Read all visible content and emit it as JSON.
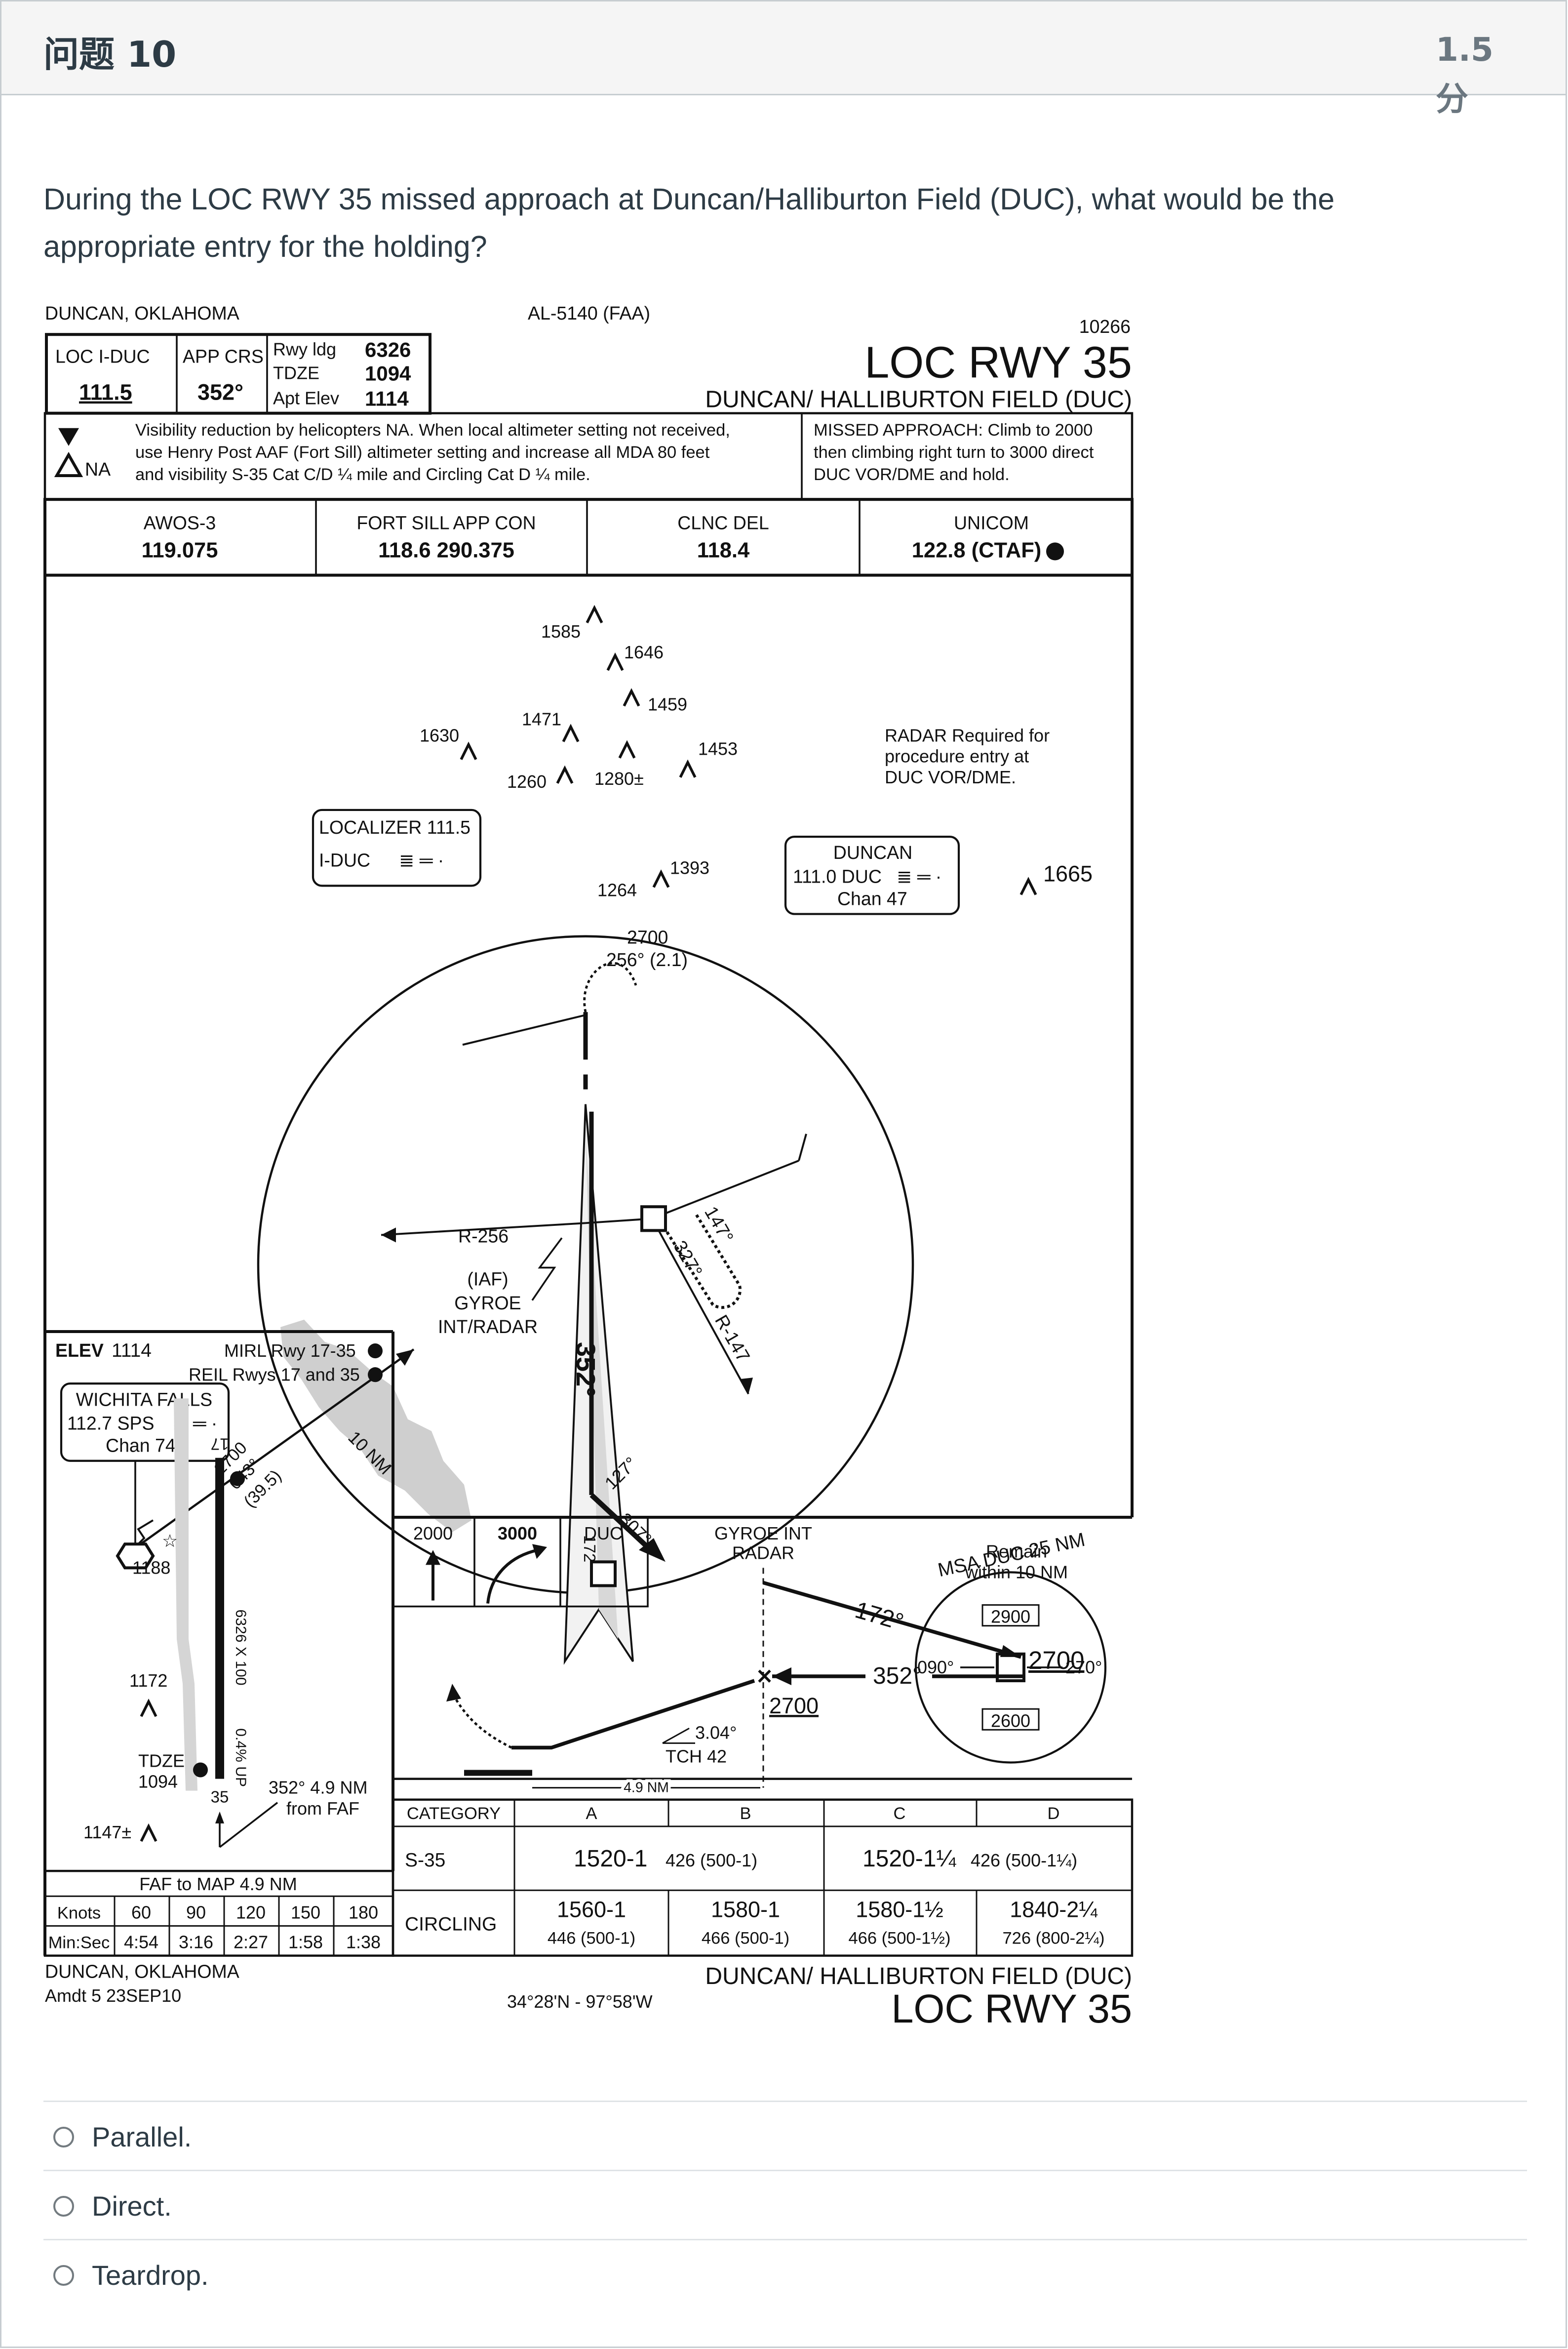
{
  "question": {
    "title": "问题 10",
    "points": "1.5 分",
    "text": "During the LOC RWY 35 missed approach at Duncan/Halliburton Field (DUC), what would be the appropriate entry for the holding?"
  },
  "chart": {
    "top_left_location": "DUNCAN, OKLAHOMA",
    "procedure_id": "AL-5140 (FAA)",
    "chart_number": "10266",
    "title": "LOC RWY 35",
    "airport": "DUNCAN/ HALLIBURTON FIELD (DUC)",
    "loc_label": "LOC  I-DUC",
    "loc_freq": "111.5",
    "app_crs_label": "APP CRS",
    "app_crs": "352°",
    "rwy_ldg_label": "Rwy ldg",
    "rwy_ldg": "6326",
    "tdze_label": "TDZE",
    "tdze": "1094",
    "apt_elev_label": "Apt Elev",
    "apt_elev": "1114",
    "notes_line1": "Visibility reduction by helicopters NA.  When local altimeter setting not received,",
    "notes_line2": "use Henry Post AAF (Fort Sill) altimeter setting and increase all MDA 80 feet",
    "notes_line3": "and visibility S-35 Cat C/D ¼ mile and Circling Cat D ¼ mile.",
    "na_label": "NA",
    "missed_line1": "MISSED APPROACH:  Climb to 2000",
    "missed_line2": "then climbing right turn to 3000 direct",
    "missed_line3": "DUC VOR/DME and hold.",
    "comms": [
      {
        "name": "AWOS-3",
        "freq": "119.075"
      },
      {
        "name": "FORT SILL APP CON",
        "freq": "118.6  290.375"
      },
      {
        "name": "CLNC DEL",
        "freq": "118.4"
      },
      {
        "name": "UNICOM",
        "freq": "122.8  (CTAF)"
      }
    ],
    "planview": {
      "obstacles": [
        "1585",
        "1646",
        "1459",
        "1471",
        "1630",
        "1453",
        "1260",
        "1280±",
        "1264",
        "1393",
        "1665"
      ],
      "radar_note1": "RADAR Required for",
      "radar_note2": "procedure entry at",
      "radar_note3": "DUC VOR/DME.",
      "loc_box_line1": "LOCALIZER  111.5",
      "loc_box_line2": "I-DUC",
      "duncan_box_line1": "DUNCAN",
      "duncan_box_line2": "111.0  DUC",
      "duncan_box_line3": "Chan  47",
      "hold_alt": "2700",
      "hold_bearing": "256° (2.1)",
      "radial_256": "R-256",
      "iaf_line1": "(IAF)",
      "iaf_line2": "GYROE",
      "iaf_line3": "INT/RADAR",
      "hold_inbound": "147°",
      "hold_outbound": "327°",
      "radial_147": "R-147",
      "final_course": "352°",
      "course_127": "127°",
      "course_307": "307°",
      "course_172": "172°",
      "ring_label": "10 NM",
      "wichita_line1": "WICHITA FALLS",
      "wichita_line2": "112.7  SPS",
      "wichita_line3": "Chan  74",
      "feeder_alt": "2700",
      "feeder_crs": "043°",
      "feeder_dist": "(39.5)",
      "msa_label": "MSA DUC 25 NM",
      "msa_north": "2900",
      "msa_south": "2600",
      "msa_090": "090°",
      "msa_270": "270°"
    },
    "airport_diagram": {
      "elev_label": "ELEV",
      "elev": "1114",
      "mirl": "MIRL Rwy 17-35",
      "reil": "REIL Rwys 17 and 35",
      "rwy_top": "17",
      "rwy_bottom": "35",
      "rwy_dims": "6326 X 100",
      "gradient": "0.4% UP",
      "obs_1188": "1188",
      "obs_1172": "1172",
      "tdze_label": "TDZE",
      "tdze": "1094",
      "obs_1147": "1147±",
      "faf_note1": "352° 4.9 NM",
      "faf_note2": "from FAF"
    },
    "timing": {
      "title": "FAF to MAP  4.9 NM",
      "knots_label": "Knots",
      "minsec_label": "Min:Sec",
      "knots": [
        "60",
        "90",
        "120",
        "150",
        "180"
      ],
      "times": [
        "4:54",
        "3:16",
        "2:27",
        "1:58",
        "1:38"
      ]
    },
    "profile": {
      "icon_2000": "2000",
      "icon_3000": "3000",
      "icon_duc": "DUC",
      "gyroe_line1": "GYROE INT",
      "gyroe_line2": "RADAR",
      "remain_line1": "Remain",
      "remain_line2": "within 10 NM",
      "crs_172": "172°",
      "crs_352": "352°",
      "alt_2700_right": "2700",
      "alt_2700_center": "2700",
      "gs_angle": "3.04°",
      "tch": "TCH 42",
      "dist": "4.9 NM"
    },
    "minimums": {
      "category_label": "CATEGORY",
      "cats": [
        "A",
        "B",
        "C",
        "D"
      ],
      "s35_label": "S-35",
      "s35_ab_main": "1520-1",
      "s35_ab_sub": "426 (500-1)",
      "s35_cd_main": "1520-1¼",
      "s35_cd_sub": "426 (500-1¼)",
      "circ_label": "CIRCLING",
      "circ": [
        {
          "main": "1560-1",
          "sub": "446 (500-1)"
        },
        {
          "main": "1580-1",
          "sub": "466 (500-1)"
        },
        {
          "main": "1580-1½",
          "sub": "466 (500-1½)"
        },
        {
          "main": "1840-2¼",
          "sub": "726 (800-2¼)"
        }
      ]
    },
    "footer_location": "DUNCAN, OKLAHOMA",
    "amdt": "Amdt 5  23SEP10",
    "coords": "34°28'N - 97°58'W",
    "footer_airport": "DUNCAN/ HALLIBURTON FIELD (DUC)",
    "footer_title": "LOC RWY 35"
  },
  "answers": [
    "Parallel.",
    "Direct.",
    "Teardrop."
  ]
}
